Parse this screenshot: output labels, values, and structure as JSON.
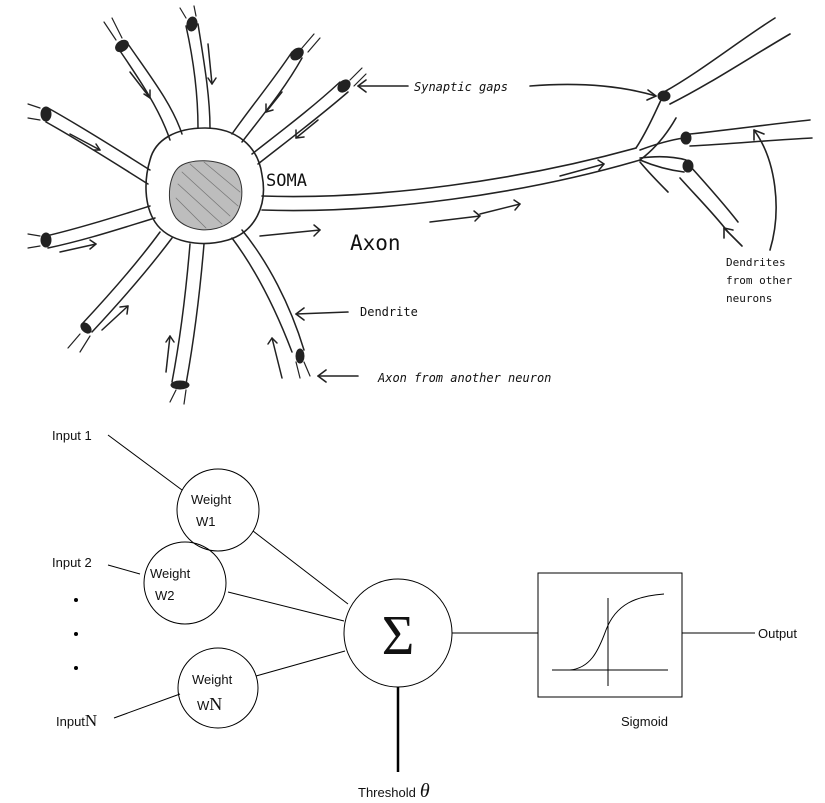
{
  "neuron": {
    "synaptic_gaps_label": "Synaptic gaps",
    "soma_label": "SOMA",
    "axon_label": "Axon",
    "dendrite_label": "Dendrite",
    "axon_from_another_label": "Axon from another neuron",
    "dendrites_other_line1": "Dendrites",
    "dendrites_other_line2": "from other",
    "dendrites_other_line3": "neurons"
  },
  "model": {
    "inputs": {
      "input1_label": "Input 1",
      "input2_label": "Input 2",
      "inputN_prefix": "Input",
      "inputN_symbol": "N"
    },
    "weights": {
      "w1_line1": "Weight",
      "w1_line2": "W1",
      "w2_line1": "Weight",
      "w2_line2": "W2",
      "wn_line1": "Weight",
      "wn_line2_prefix": "W",
      "wn_line2_symbol": "N"
    },
    "sum_symbol": "Σ",
    "threshold_label": "Threshold",
    "threshold_symbol": "θ",
    "sigmoid_label": "Sigmoid",
    "output_label": "Output"
  }
}
